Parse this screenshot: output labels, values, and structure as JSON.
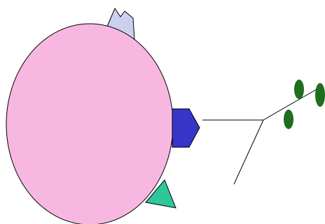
{
  "colors": {
    "background": "#ffffff",
    "outline": "#000000",
    "cell_body": "#f8b7e0",
    "top_receptor": "#cccfee",
    "side_receptor": "#3535c8",
    "bottom_receptor": "#2ec79c",
    "ligand_dots": "#1e6e1e"
  },
  "shapes": {
    "cell_body": "ellipse",
    "top_receptor": "crown",
    "side_receptor": "pentagon",
    "bottom_receptor": "triangle",
    "ligand_connector": "branched-line",
    "ligand_dots": "oval"
  },
  "ligand_dot_count": 3
}
